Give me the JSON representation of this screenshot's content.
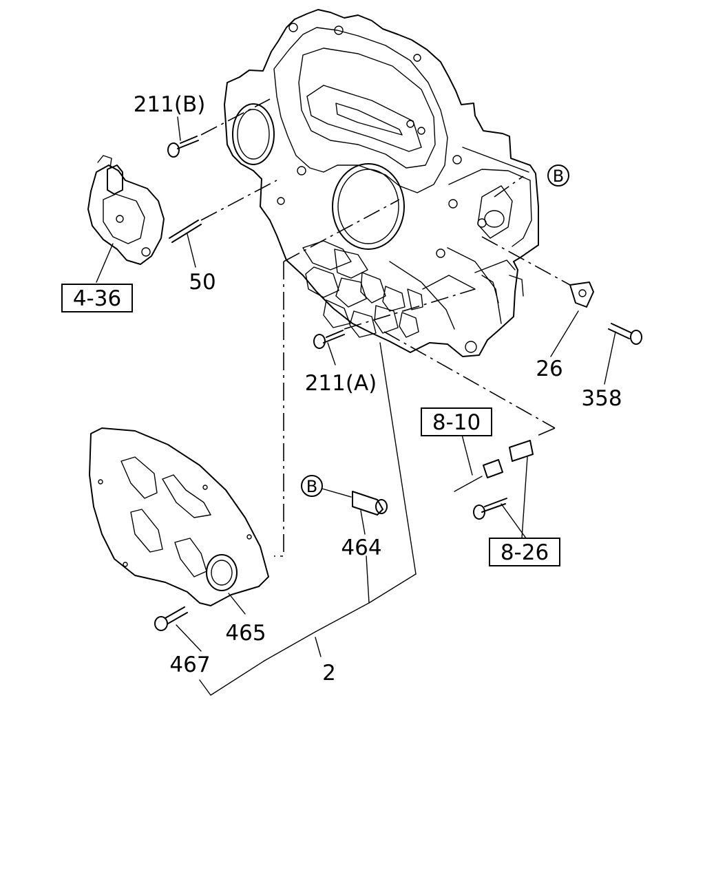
{
  "labels": {
    "p211b": "211(B)",
    "p50": "50",
    "p4_36": "4-36",
    "p211a": "211(A)",
    "p26": "26",
    "p358": "358",
    "p8_10": "8-10",
    "p8_26": "8-26",
    "p464": "464",
    "p465": "465",
    "p467": "467",
    "p2": "2",
    "ref_b1": "B",
    "ref_b2": "B"
  }
}
